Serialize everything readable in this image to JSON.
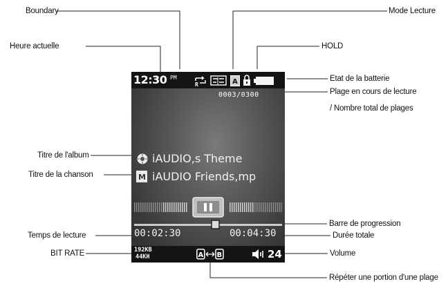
{
  "labels": {
    "boundary": "Boundary",
    "heure_actuelle": "Heure actuelle",
    "titre_album": "Titre de l'album",
    "titre_chanson": "Titre de la chanson",
    "temps_lecture": "Temps de lecture",
    "bit_rate": "BIT RATE",
    "mode_lecture": "Mode Lecture",
    "hold": "HOLD",
    "etat_batterie": "Etat de la batterie",
    "plage_en_cours": "Plage en cours de lecture",
    "nombre_total": "/ Nombre total de plages",
    "barre_progression": "Barre de progression",
    "duree_totale": "Durée totale",
    "volume": "Volume",
    "repeter_portion": "Répéter une portion d'une plage"
  },
  "screen": {
    "time": "12:30",
    "ampm": "PM",
    "track_counter": "0003/0300",
    "album_title": "iAUDIO,s Theme",
    "song_title": "iAUDIO Friends,mp",
    "elapsed_time": "00:02:30",
    "total_time": "00:04:30",
    "bitrate_line1": "192KB",
    "bitrate_line2": "44KH",
    "volume_level": "24",
    "progress": 0.55,
    "icons": [
      "repeat-boundary-icon",
      "mode-lecture-icon",
      "a-letter-icon",
      "lock-icon",
      "battery-icon",
      "album-disc-icon",
      "music-m-icon",
      "pause-button-icon",
      "ab-repeat-icon",
      "speaker-icon"
    ],
    "colors": {
      "screen_bg": "#5a5a5a",
      "bar_bg": "#141414",
      "text": "#ffffff"
    }
  }
}
